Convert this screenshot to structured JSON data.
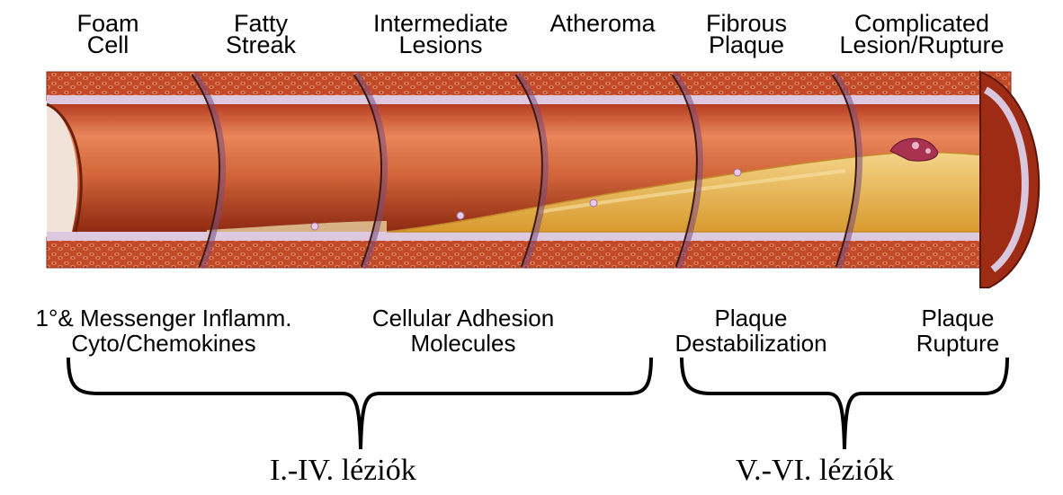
{
  "stages": [
    {
      "id": "foam-cell",
      "label": "Foam\nCell"
    },
    {
      "id": "fatty-streak",
      "label": "Fatty\nStreak"
    },
    {
      "id": "intermediate-lesions",
      "label": "Intermediate\nLesions"
    },
    {
      "id": "atheroma",
      "label": "Atheroma"
    },
    {
      "id": "fibrous-plaque",
      "label": "Fibrous\nPlaque"
    },
    {
      "id": "complicated-lesion",
      "label": "Complicated\nLesion/Rupture"
    }
  ],
  "processes": {
    "messenger": "1°& Messenger Inflamm.\nCyto/Chemokines",
    "adhesion": "Cellular Adhesion\nMolecules",
    "destabilization": "Plaque\nDestabilization",
    "rupture": "Plaque\nRupture"
  },
  "phases": {
    "early": "I.-IV. léziók",
    "late": "V.-VI. léziók"
  },
  "colors": {
    "vessel_wall": "#c8502f",
    "vessel_lumen": "#d86a3c",
    "intima": "#d9c8dd",
    "plaque": "#e9b94f",
    "ink": "#000000"
  }
}
